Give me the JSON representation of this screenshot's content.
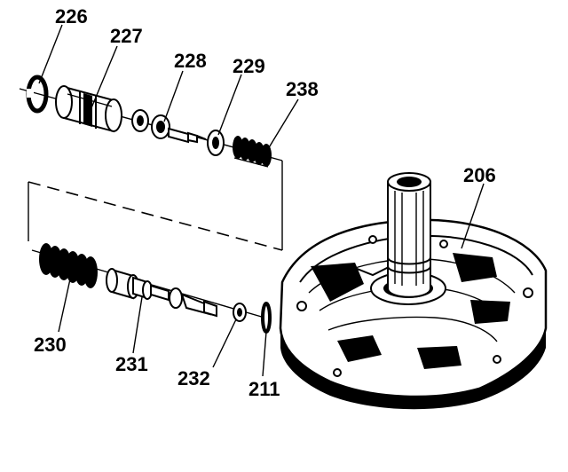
{
  "diagram": {
    "callouts": [
      {
        "id": "226",
        "text": "226"
      },
      {
        "id": "227",
        "text": "227"
      },
      {
        "id": "228",
        "text": "228"
      },
      {
        "id": "229",
        "text": "229"
      },
      {
        "id": "238",
        "text": "238"
      },
      {
        "id": "206",
        "text": "206"
      },
      {
        "id": "230",
        "text": "230"
      },
      {
        "id": "231",
        "text": "231"
      },
      {
        "id": "232",
        "text": "232"
      },
      {
        "id": "211",
        "text": "211"
      }
    ]
  }
}
